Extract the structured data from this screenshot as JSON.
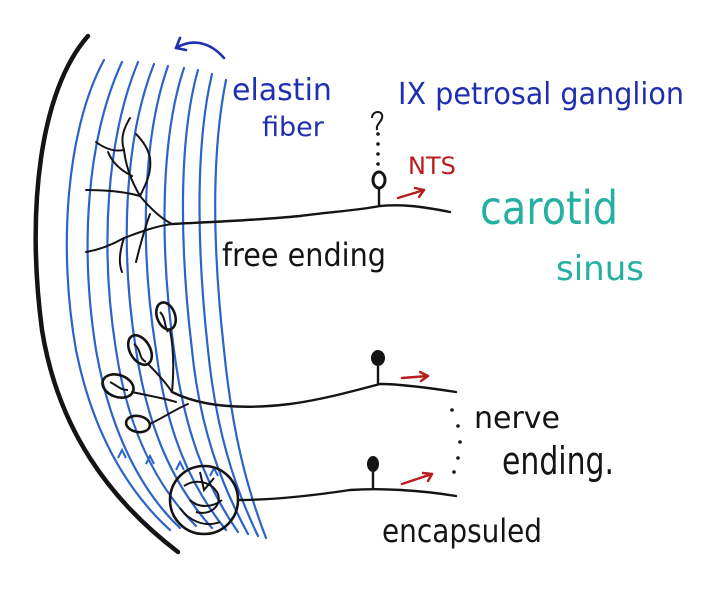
{
  "colors": {
    "ink": "#141414",
    "fiber": "#2b64c9",
    "label_blue": "#1f2fb0",
    "label_teal": "#26b0a2",
    "label_red": "#b81c1c"
  },
  "labels": {
    "elastin": "elastin",
    "fiber": "fiber",
    "ganglion": "IX petrosal ganglion",
    "nts": "NTS",
    "carotid": "carotid",
    "sinus": "sinus",
    "free_ending": "free ending",
    "nerve": "nerve",
    "ending": "ending.",
    "encapsuled": "encapsuled"
  }
}
